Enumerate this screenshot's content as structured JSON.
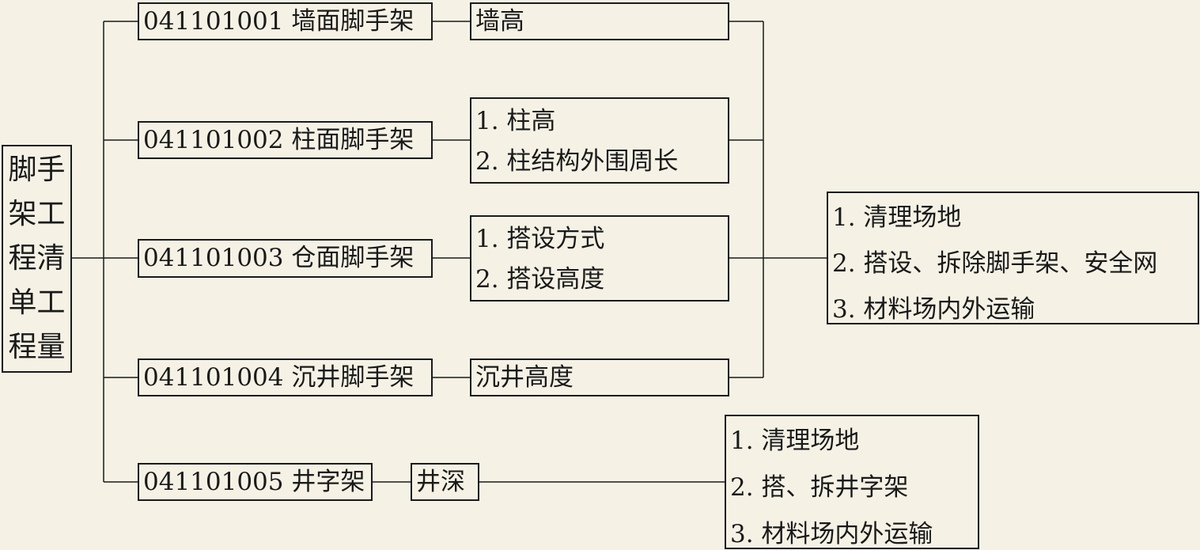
{
  "root": {
    "label_lines": [
      "脚手",
      "架工",
      "程清",
      "单工",
      "程量"
    ]
  },
  "items": [
    {
      "code_name": "041101001 墙面脚手架",
      "features": [
        "墙高"
      ]
    },
    {
      "code_name": "041101002 柱面脚手架",
      "features": [
        "1.  柱高",
        "2.  柱结构外围周长"
      ]
    },
    {
      "code_name": "041101003 仓面脚手架",
      "features": [
        "1.  搭设方式",
        "2.  搭设高度"
      ]
    },
    {
      "code_name": "041101004 沉井脚手架",
      "features": [
        "沉井高度"
      ]
    },
    {
      "code_name": "041101005 井字架",
      "features": [
        "井深"
      ]
    }
  ],
  "work_contents": {
    "shared": [
      "1.  清理场地",
      "2.  搭设、拆除脚手架、安全网",
      "3.  材料场内外运输"
    ],
    "well_frame": [
      "1.  清理场地",
      "2.  搭、拆井字架",
      "3.  材料场内外运输"
    ]
  }
}
